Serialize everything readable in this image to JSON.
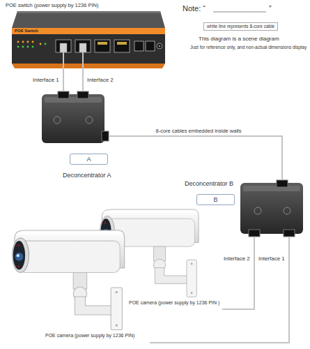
{
  "diagram": {
    "nodes": [
      {
        "text": [
          "POE switch (power supply by 1236 PIN)",
          "POE Switch"
        ]
      },
      {
        "text": [
          "A",
          "Deconcentrator A"
        ]
      },
      {
        "text": [
          "Deconcentrator B",
          "B"
        ]
      },
      {
        "text": [
          "POE camera (power supply by 1236 PIN )"
        ]
      },
      {
        "text": [
          "POE camera (power supply by 1236 PIN)"
        ]
      }
    ],
    "edges": [
      {
        "from": 0,
        "to": 1,
        "arrow": "none",
        "label": "Interface 1"
      },
      {
        "from": 0,
        "to": 1,
        "arrow": "none",
        "label": "Interface 2"
      },
      {
        "from": 1,
        "to": 2,
        "arrow": "none",
        "label": "8-core cables embedded inside walls"
      },
      {
        "from": 2,
        "to": 3,
        "arrow": "none",
        "label": "Interface 2"
      },
      {
        "from": 2,
        "to": 4,
        "arrow": "none",
        "label": "Interface 1"
      }
    ],
    "labels": [
      "Note: “",
      "”",
      "white line represents 8-core cable",
      "This diagram is a scene diagram",
      "Just for reference only, and non-actual dimensions display"
    ]
  }
}
